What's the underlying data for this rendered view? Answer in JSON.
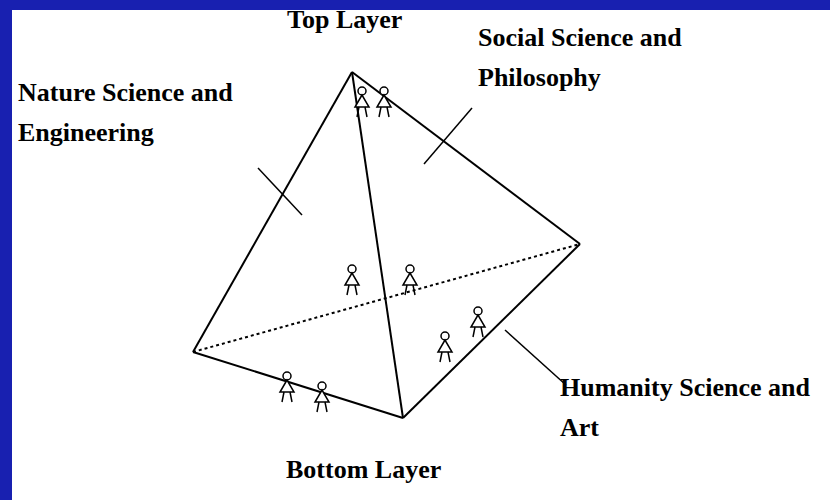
{
  "diagram": {
    "labels": [
      "Top Layer",
      "Social Science and Philosophy",
      "Nature Science and Engineering",
      "Humanity Science and Art",
      "Bottom Layer"
    ]
  }
}
